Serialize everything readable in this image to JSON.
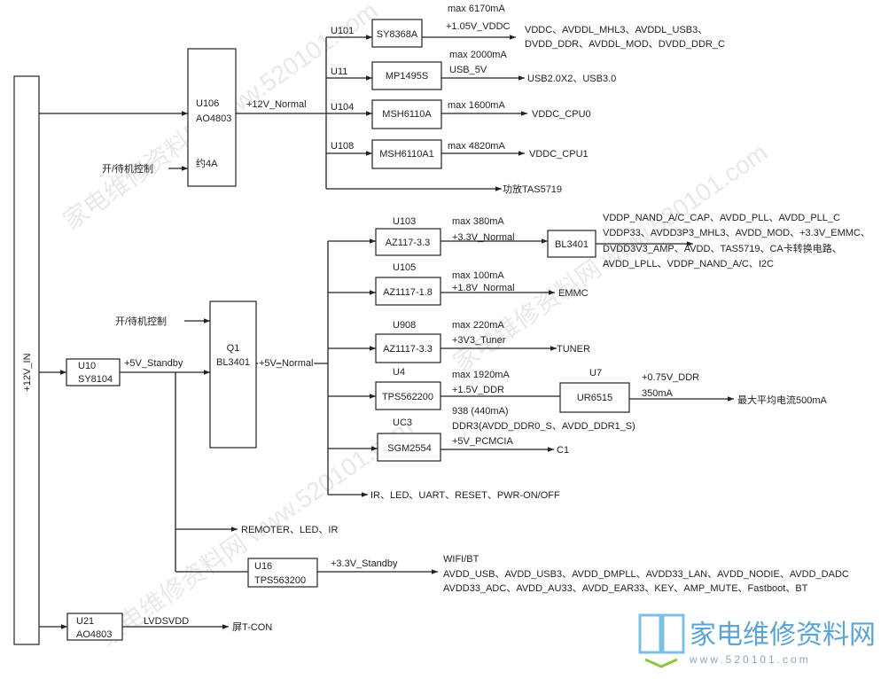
{
  "input": {
    "label": "+12V_IN"
  },
  "u106": {
    "ref": "U106",
    "part": "AO4803",
    "note": "约4A",
    "control": "开/待机控制",
    "rail": "+12V_Normal"
  },
  "rail12": [
    {
      "ref": "U101",
      "part": "SY8368A",
      "max": "max 6170mA",
      "rail": "+1.05V_VDDC",
      "dest": [
        "VDDC、AVDDL_MHL3、AVDDL_USB3、",
        "DVDD_DDR、AVDDL_MOD、DVDD_DDR_C"
      ]
    },
    {
      "ref": "U11",
      "part": "MP1495S",
      "max": "max 2000mA",
      "rail": "USB_5V",
      "dest": [
        "USB2.0X2、USB3.0"
      ]
    },
    {
      "ref": "U104",
      "part": "MSH6110A",
      "max": "max 1600mA",
      "dest": [
        "VDDC_CPU0"
      ]
    },
    {
      "ref": "U108",
      "part": "MSH6110A1",
      "max": "max 4820mA",
      "dest": [
        "VDDC_CPU1"
      ]
    }
  ],
  "amp": "功放TAS5719",
  "u10": {
    "ref": "U10",
    "part": "SY8104",
    "rail": "+5V_Standby"
  },
  "q1": {
    "ref": "Q1",
    "part": "BL3401",
    "control": "开/待机控制",
    "rail": "+5V_Normal"
  },
  "rail5": {
    "u103": {
      "ref": "U103",
      "part": "AZ117-3.3",
      "max": "max 380mA",
      "rail": "+3.3V_Normal",
      "switch": "BL3401",
      "dest": [
        "VDDP_NAND_A/C_CAP、AVDD_PLL、AVDD_PLL_C",
        "VDDP33、AVDD3P3_MHL3、AVDD_MOD、+3.3V_EMMC、",
        "DVDD3V3_AMP、AVDD、TAS5719、CA卡转换电路、",
        "AVDD_LPLL、VDDP_NAND_A/C、I2C"
      ]
    },
    "u105": {
      "ref": "U105",
      "part": "AZ1117-1.8",
      "max": "max 100mA",
      "rail": "+1.8V_Normal",
      "dest": "EMMC"
    },
    "u908": {
      "ref": "U908",
      "part": "AZ1117-3.3",
      "max": "max 220mA",
      "rail": "+3V3_Tuner",
      "dest": "TUNER"
    },
    "u4": {
      "ref": "U4",
      "part": "TPS562200",
      "max": "max 1920mA",
      "rail": "+1.5V_DDR",
      "note1": "938 (440mA)",
      "note2": "DDR3(AVDD_DDR0_S、AVDD_DDR1_S)"
    },
    "u7": {
      "ref": "U7",
      "part": "UR6515",
      "rail": "+0.75V_DDR",
      "current": "350mA",
      "dest": "最大平均电流500mA"
    },
    "uc3": {
      "ref": "UC3",
      "part": "SGM2554",
      "rail": "+5V_PCMCIA",
      "dest": "C1"
    },
    "misc": "IR、LED、UART、RESET、PWR-ON/OFF"
  },
  "standby": {
    "remote": "REMOTER、LED、IR",
    "u16": {
      "ref": "U16",
      "part": "TPS563200",
      "rail": "+3.3V_Standby",
      "dest": [
        "WIFI/BT",
        "AVDD_USB、AVDD_USB3、AVDD_DMPLL、AVDD33_LAN、AVDD_NODIE、AVDD_DADC",
        "AVDD33_ADC、AVDD_AU33、AVDD_EAR33、KEY、AMP_MUTE、Fastboot、BT"
      ]
    }
  },
  "u21": {
    "ref": "U21",
    "part": "AO4803",
    "rail": "LVDSVDD",
    "dest": "屏T-CON"
  },
  "logo": {
    "cn": "家电维修资料网",
    "url": "www.520101.com"
  },
  "watermark": "家电维修资料网 www.520101.com"
}
